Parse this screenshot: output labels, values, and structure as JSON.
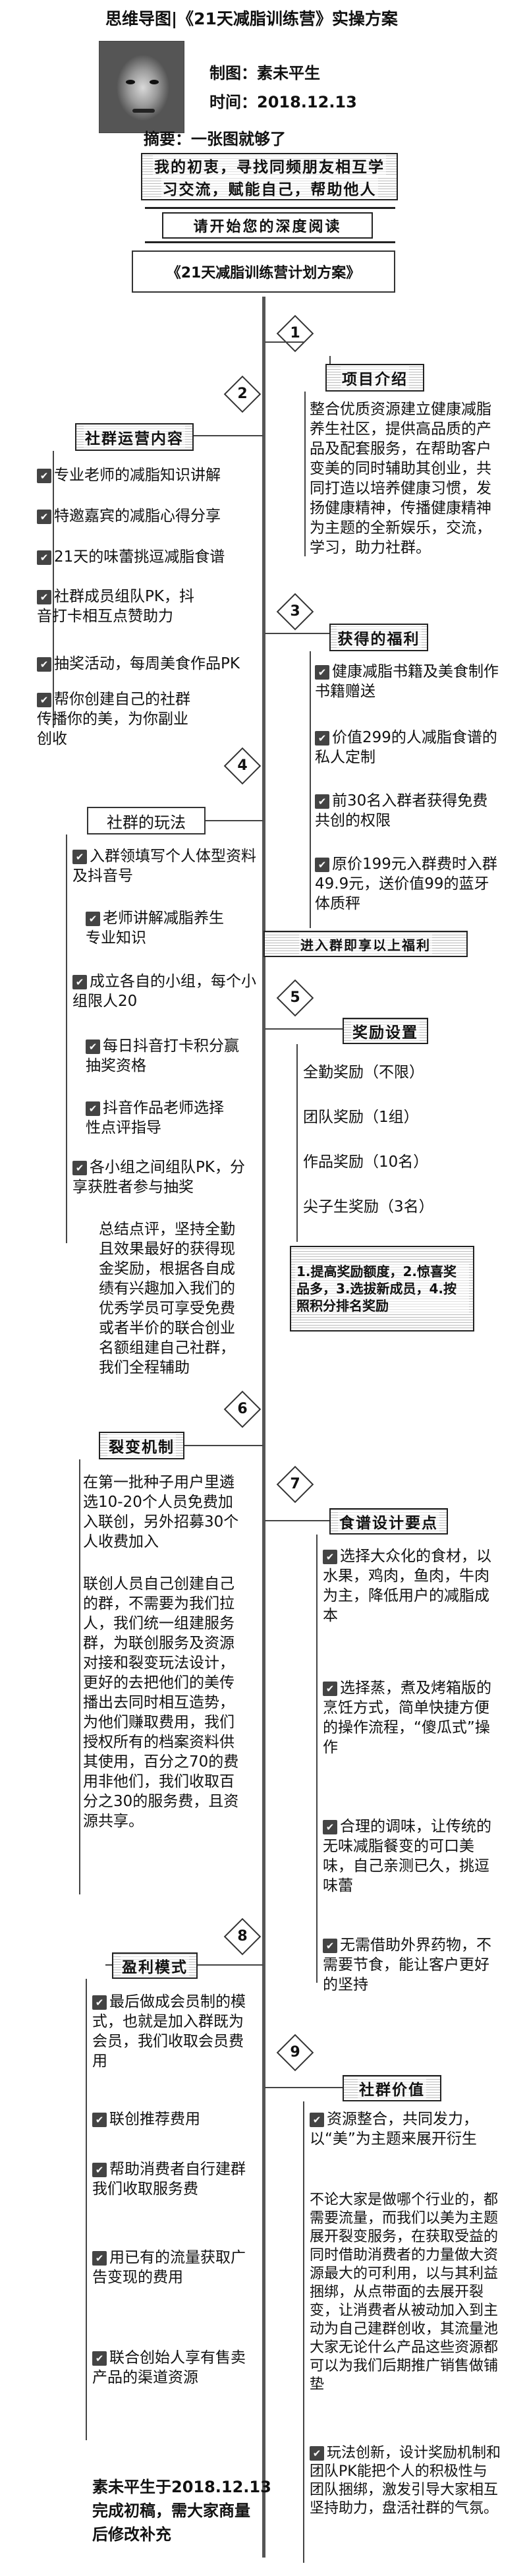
{
  "title": "思维导图|《21天减脂训练营》实操方案",
  "meta": {
    "author_label": "制图：",
    "author": "素未平生",
    "time_label": "时间：",
    "time": "2018.12.13",
    "tagline_label": "摘要：",
    "tagline": "一张图就够了"
  },
  "intro": {
    "line1": "我的初衷，寻找同频朋友相互学",
    "line2": "习交流，赋能自己，帮助他人",
    "read_prompt": "请开始您的深度阅读"
  },
  "plan_title": "《21天减脂训练营计划方案》",
  "sections": {
    "s1": {
      "num": "1",
      "title": "项目介绍",
      "items": [
        "整合优质资源建立健康减脂养生社区，提供高品质的产品及配套服务，在帮助客户变美的同时辅助其创业，共同打造以培养健康习惯，发扬健康精神，传播健康精神为主题的全新娱乐，交流，学习，助力社群。"
      ]
    },
    "s2": {
      "num": "2",
      "title": "社群运营内容",
      "items": [
        "专业老师的减脂知识讲解",
        "特邀嘉宾的减脂心得分享",
        "21天的味蕾挑逗减脂食谱",
        "社群成员组队PK，抖音打卡相互点赞助力",
        "抽奖活动，每周美食作品PK",
        "帮你创建自己的社群传播你的美，为你副业创收"
      ]
    },
    "s3": {
      "num": "3",
      "title": "获得的福利",
      "items": [
        "健康减脂书籍及美食制作书籍赠送",
        "价值299的人减脂食谱的私人定制",
        "前30名入群者获得免费共创的权限",
        "原价199元入群费时入群49.9元，送价值99的蓝牙体质秤"
      ],
      "banner": "进入群即享以上福利"
    },
    "s4": {
      "num": "4",
      "title": "社群的玩法",
      "items": [
        "入群领填写个人体型资料及抖音号",
        "老师讲解减脂养生专业知识",
        "成立各自的小组，每个小组限人20",
        "每日抖音打卡积分赢抽奖资格",
        "抖音作品老师选择性点评指导",
        "各小组之间组队PK，分享获胜者参与抽奖"
      ],
      "summary": "总结点评，坚持全勤且效果最好的获得现金奖励，根据各自成绩有兴趣加入我们的优秀学员可享受免费或者半价的联合创业名额组建自己社群，我们全程辅助"
    },
    "s5": {
      "num": "5",
      "title": "奖励设置",
      "items": [
        "全勤奖励（不限）",
        "团队奖励（1组）",
        "作品奖励（10名）",
        "尖子生奖励（3名）"
      ],
      "note": "1.提高奖励额度，2.惊喜奖品多，3.选拔新成员，4.按照积分排名奖励"
    },
    "s6": {
      "num": "6",
      "title": "裂变机制",
      "items": [
        "在第一批种子用户里遴选10-20个人员免费加入联创，另外招募30个人收费加入",
        "联创人员自己创建自己的群，不需要为我们拉人，我们统一组建服务群，为联创服务及资源对接和裂变玩法设计，更好的去把他们的美传播出去同时相互造势，为他们赚取费用，我们授权所有的档案资料供其使用，百分之70的费用非他们，我们收取百分之30的服务费，且资源共享。"
      ]
    },
    "s7": {
      "num": "7",
      "title": "食谱设计要点",
      "items": [
        "选择大众化的食材，以水果，鸡肉，鱼肉，牛肉为主，降低用户的减脂成本",
        "选择蒸，煮及烤箱版的烹饪方式，简单快捷方便的操作流程，“傻瓜式”操作",
        "合理的调味，让传统的无味减脂餐变的可口美味，自己亲测已久，挑逗味蕾",
        "无需借助外界药物，不需要节食，能让客户更好的坚持"
      ]
    },
    "s8": {
      "num": "8",
      "title": "盈利模式",
      "items": [
        "最后做成会员制的模式，也就是加入群既为会员，我们收取会员费用",
        "联创推荐费用",
        "帮助消费者自行建群我们收取服务费",
        "用已有的流量获取广告变现的费用",
        "联合创始人享有售卖产品的渠道资源"
      ]
    },
    "s9": {
      "num": "9",
      "title": "社群价值",
      "items": [
        "资源整合，共同发力，以“美”为主题来展开衍生",
        "不论大家是做哪个行业的，都需要流量，而我们以美为主题展开裂变服务，在获取受益的同时借助消费者的力量做大资源最大的可利用，以与其利益捆绑，从点带面的去展开裂变，让消费者从被动加入到主动为自己建群创收，其流量池大家无论什么产品这些资源都可以为我们后期推广销售做铺垫",
        "玩法创新，设计奖励机制和团队PK能把个人的积极性与团队捆绑，激发引导大家相互坚持助力，盘活社群的气氛。"
      ]
    }
  },
  "footer": {
    "line1": "素未平生于2018.12.13",
    "line2": "完成初稿，需大家商量",
    "line3": "后修改补充"
  }
}
